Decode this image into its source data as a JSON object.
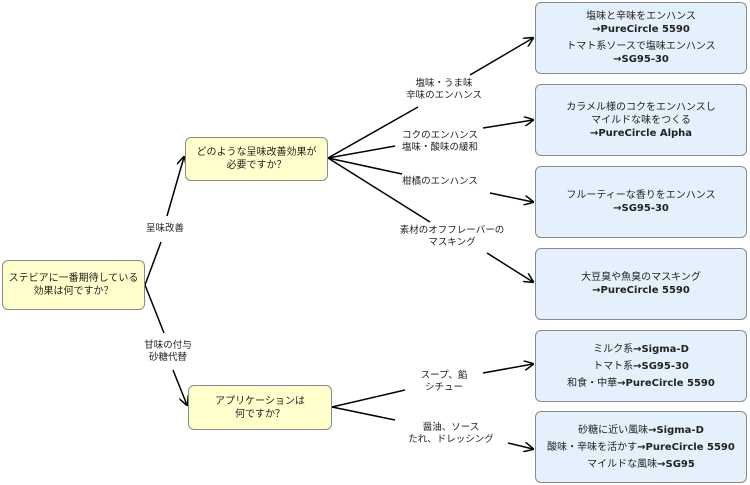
{
  "root": {
    "line1": "ステビアに一番期待している",
    "line2": "効果は何ですか？"
  },
  "q_taste": {
    "line1": "どのような呈味改善効果が",
    "line2": "必要ですか？"
  },
  "q_app": {
    "line1": "アプリケーションは",
    "line2": "何ですか？"
  },
  "edge_labels": {
    "taste": "呈味改善",
    "sweet": {
      "line1": "甘味の付与",
      "line2": "砂糖代替"
    },
    "salty": {
      "line1": "塩味・うま味",
      "line2": "辛味のエンハンス"
    },
    "koku": {
      "line1": "コクのエンハンス",
      "line2": "塩味・酸味の緩和"
    },
    "citrus": "柑橘のエンハンス",
    "masking": {
      "line1": "素材のオフフレーバーの",
      "line2": "マスキング"
    },
    "soup": {
      "line1": "スープ、餡",
      "line2": "シチュー"
    },
    "soy": {
      "line1": "醤油、ソース",
      "line2": "たれ、ドレッシング"
    }
  },
  "answers": {
    "a1": {
      "t1": "塩味と辛味をエンハンス",
      "p1": "→PureCircle 5590",
      "t2": "トマト系ソースで塩味エンハンス",
      "p2": "→SG95-30"
    },
    "a2": {
      "t1": "カラメル様のコクをエンハンスし",
      "t2": "マイルドな味をつくる",
      "p": "→PureCircle Alpha"
    },
    "a3": {
      "t1": "フルーティーな香りをエンハンス",
      "p": "→SG95-30"
    },
    "a4": {
      "t1": "大豆臭や魚臭のマスキング",
      "p": "→PureCircle 5590"
    },
    "a5": {
      "r1t": "ミルク系",
      "r1p": "→Sigma-D",
      "r2t": "トマト系",
      "r2p": "→SG95-30",
      "r3t": "和食・中華",
      "r3p": "→PureCircle 5590"
    },
    "a6": {
      "r1t": "砂糖に近い風味",
      "r1p": "→Sigma-D",
      "r2t": "酸味・辛味を活かす",
      "r2p": "→PureCircle 5590",
      "r3t": "マイルドな風味",
      "r3p": "→SG95"
    }
  },
  "colors": {
    "question_fill": "#ffffcc",
    "answer_fill": "#e4f1fd",
    "border": "#8a8a8a",
    "edge": "#000000"
  }
}
